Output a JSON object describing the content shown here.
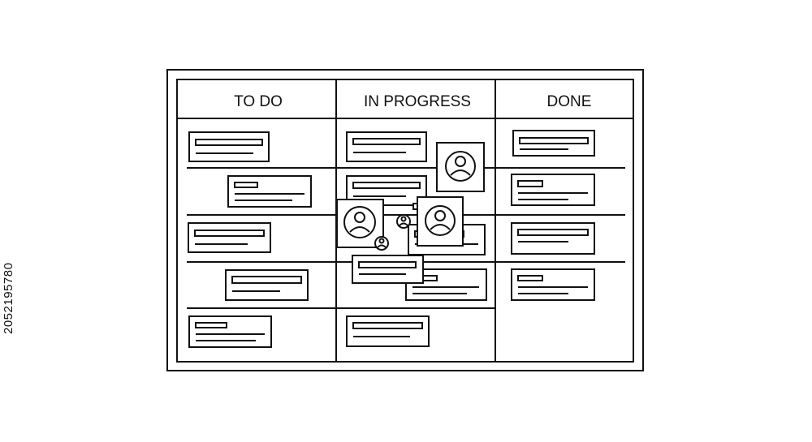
{
  "board": {
    "columns": [
      {
        "title": "TO DO"
      },
      {
        "title": "IN PROGRESS"
      },
      {
        "title": "DONE"
      }
    ]
  },
  "stock_id": "2052195780",
  "colors": {
    "line": "#111111",
    "background": "#ffffff"
  },
  "icons": [
    "user-avatar-icon",
    "small-user-icon"
  ]
}
